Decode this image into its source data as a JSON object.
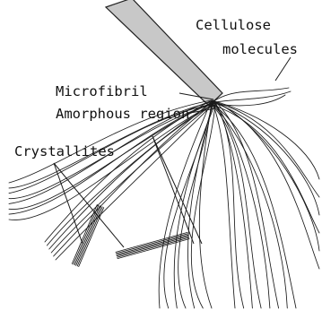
{
  "labels": {
    "cellulose_line1": "Cellulose",
    "cellulose_line2": "molecules",
    "microfibril": "Microfibril",
    "amorphous": "Amorphous region",
    "crystallites": "Crystallites"
  }
}
